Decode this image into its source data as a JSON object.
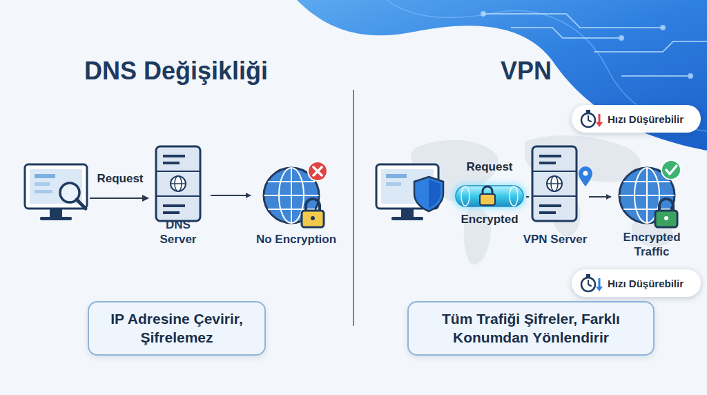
{
  "diagram": {
    "nodes": [
      {
        "text": [
          "DNS Server"
        ]
      },
      {
        "text": [
          "No Encryption"
        ]
      },
      {
        "text": [
          "IP Adresine Çevirir, Şifrelemez"
        ]
      },
      {
        "text": [
          "VPN Server"
        ]
      },
      {
        "text": [
          "Encrypted Traffic"
        ]
      },
      {
        "text": [
          "Tüm Trafiği Şifreler, Farklı Konumdan Yönlendirir"
        ]
      },
      {
        "text": [
          "Hızı Düşürebilir"
        ]
      },
      {
        "text": [
          "Hızı Düşürebilir"
        ]
      }
    ],
    "edges": [
      {
        "from": 0,
        "to": 1,
        "arrow": "to"
      },
      {
        "from": 3,
        "to": 4,
        "arrow": "to"
      }
    ],
    "labels": [
      "DNS Değişikliği",
      "VPN",
      "Request",
      "Request",
      "Encrypted"
    ]
  }
}
